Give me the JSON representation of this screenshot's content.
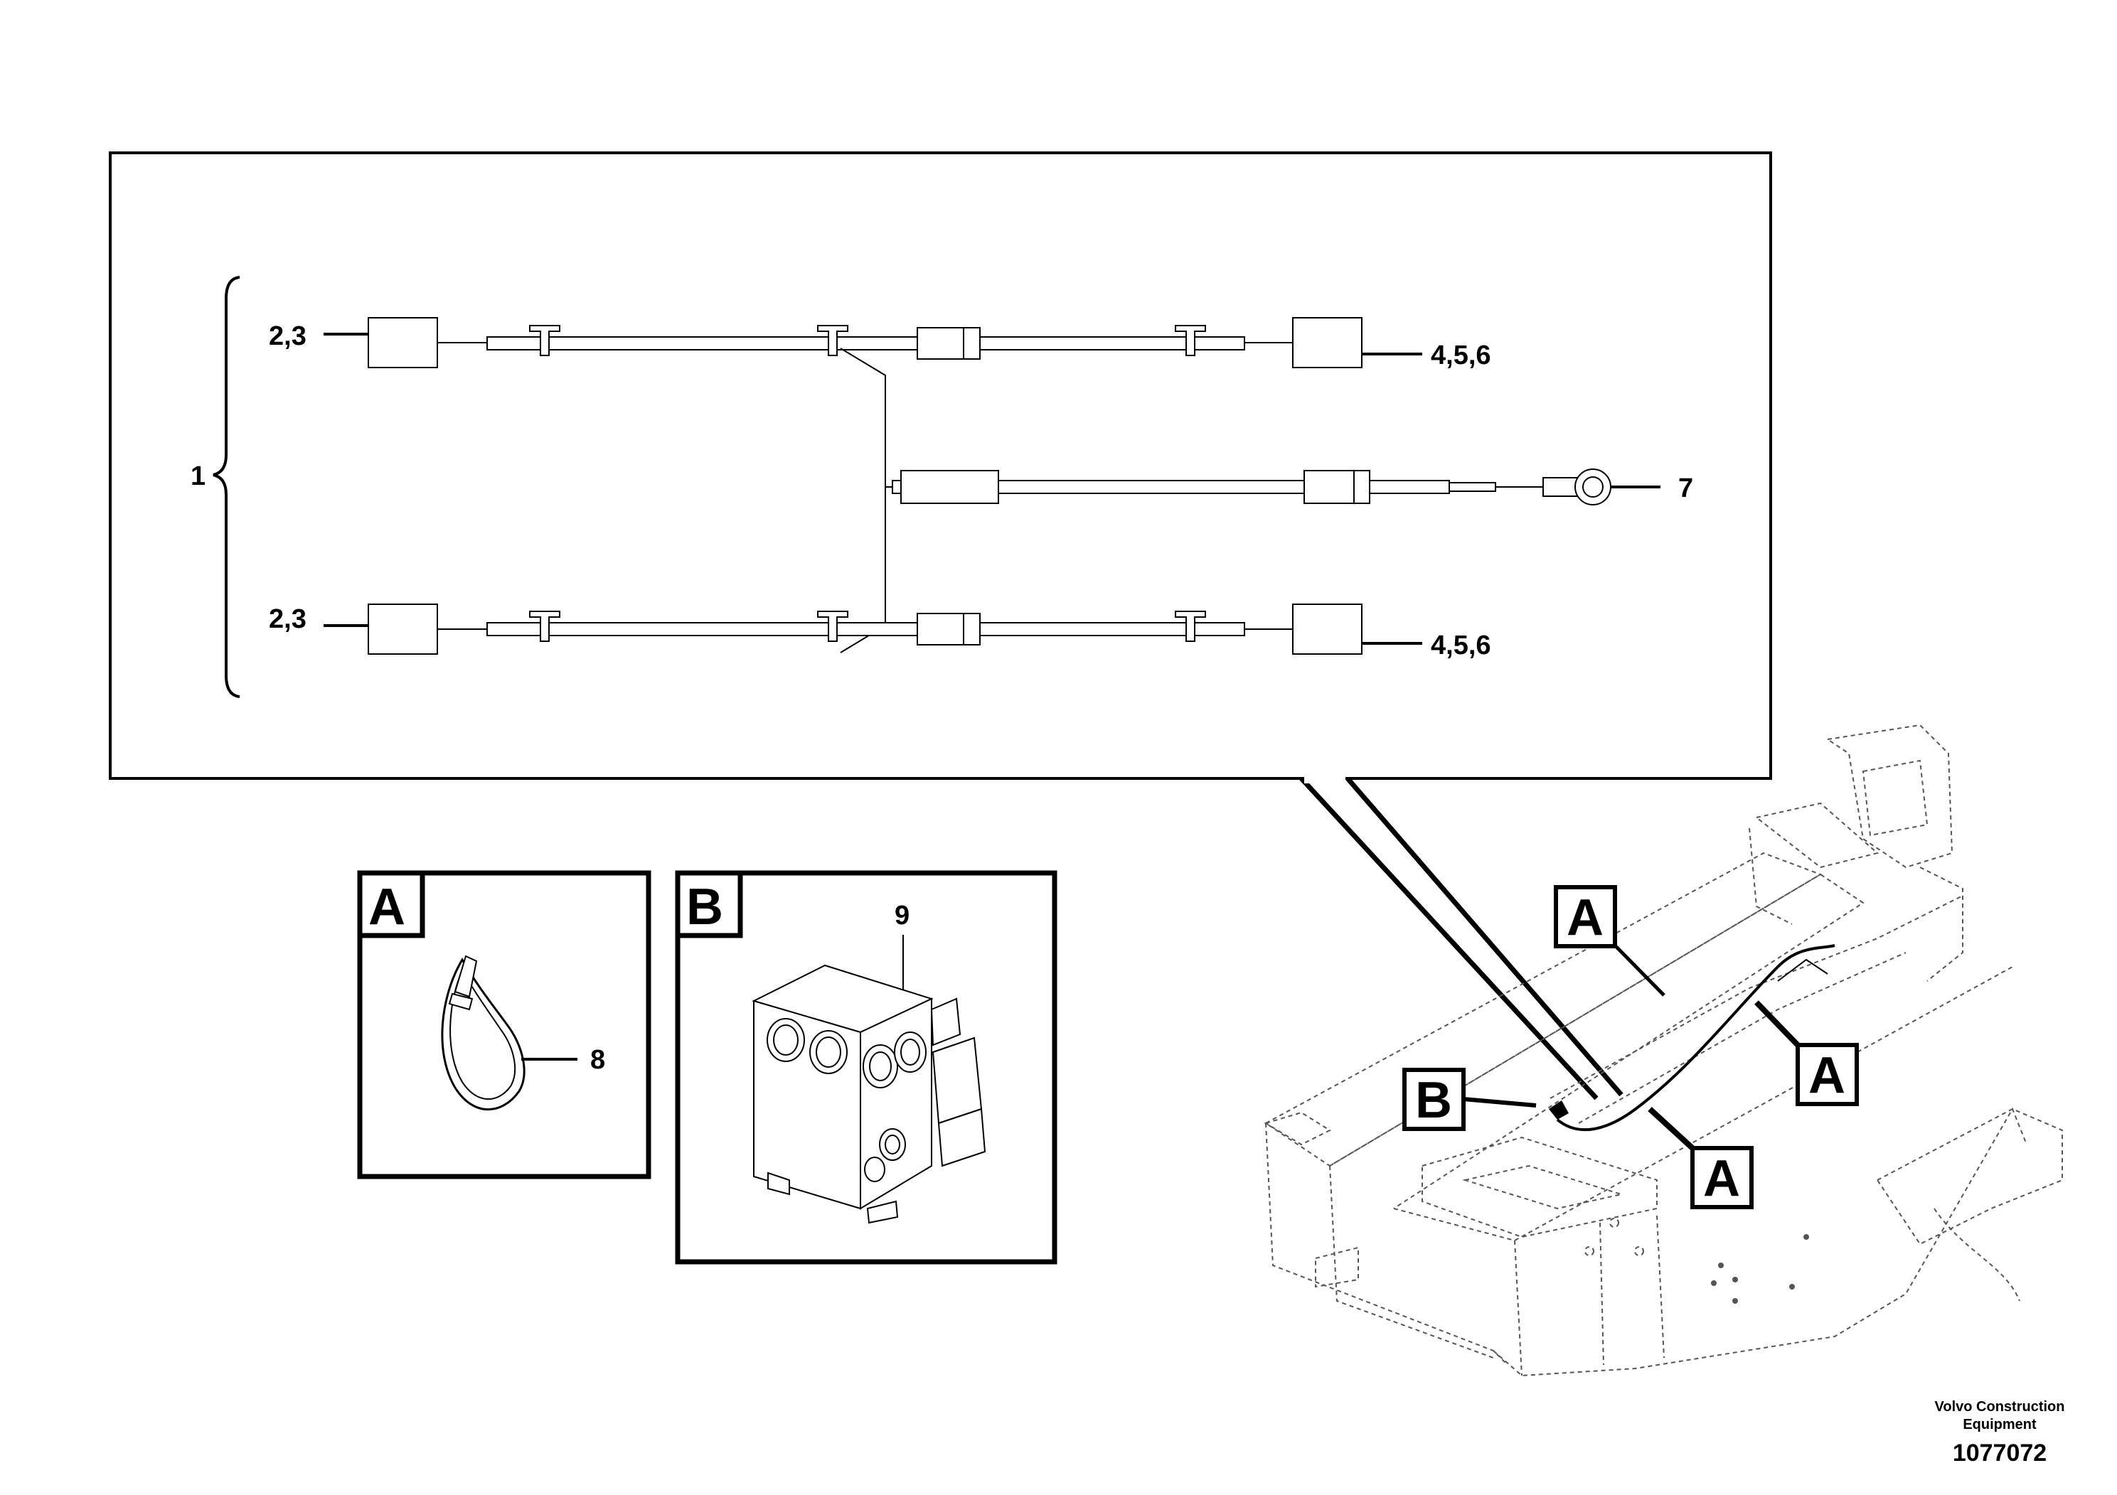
{
  "harness_labels": {
    "assembly": "1",
    "top_left": "2,3",
    "top_right": "4,5,6",
    "ring_terminal": "7",
    "bottom_left": "2,3",
    "bottom_right": "4,5,6"
  },
  "insets": {
    "a": {
      "letter": "A",
      "callout": "8"
    },
    "b": {
      "letter": "B",
      "callout": "9"
    }
  },
  "machine_view": {
    "tag_a1": "A",
    "tag_a2": "A",
    "tag_a3": "A",
    "tag_b": "B"
  },
  "credits": {
    "line1": "Volvo Construction",
    "line2": "Equipment",
    "number": "1077072"
  }
}
